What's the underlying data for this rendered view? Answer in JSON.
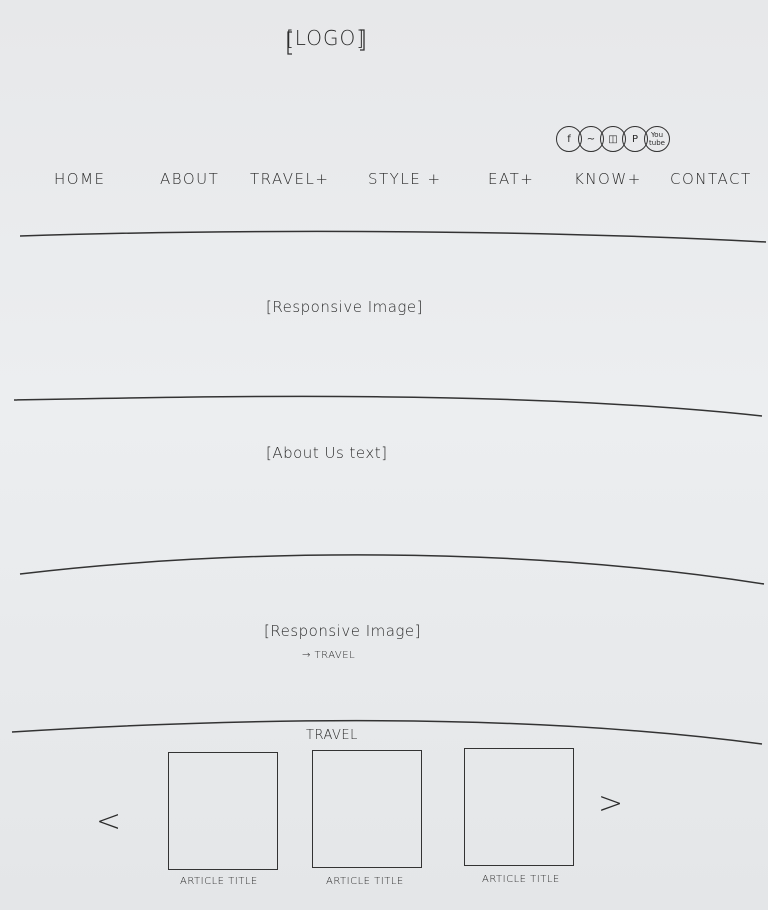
{
  "logo": "[LOGO]",
  "social_icons": [
    {
      "icon": "facebook-icon",
      "glyph": "f"
    },
    {
      "icon": "twitter-icon",
      "glyph": "~"
    },
    {
      "icon": "instagram-icon",
      "glyph": "◫"
    },
    {
      "icon": "pinterest-icon",
      "glyph": "P"
    },
    {
      "icon": "youtube-icon",
      "glyph": "You tube"
    }
  ],
  "nav": {
    "items": [
      "HOME",
      "ABOUT",
      "TRAVEL+",
      "STYLE +",
      "EAT+",
      "KNOW+",
      "CONTACT"
    ]
  },
  "sections": {
    "hero_image": "[Responsive Image]",
    "about_text": "[About Us text]",
    "travel_image": "[Responsive Image]",
    "travel_image_note": "→ TRAVEL"
  },
  "travel": {
    "heading": "TRAVEL",
    "prev_arrow": "<",
    "next_arrow": ">",
    "articles": [
      {
        "title": "ARTICLE TITLE"
      },
      {
        "title": "ARTICLE TITLE"
      },
      {
        "title": "ARTICLE TITLE"
      }
    ]
  }
}
